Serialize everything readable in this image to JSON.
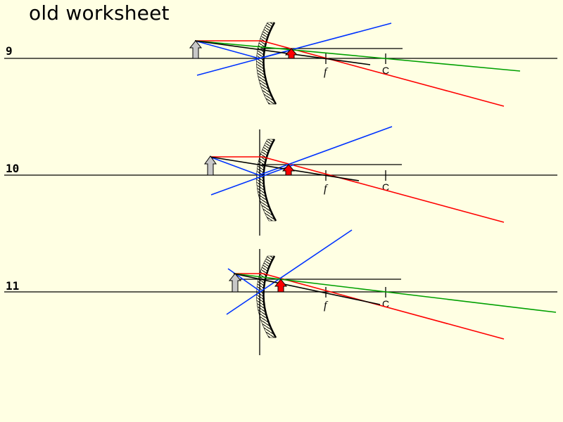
{
  "title": "old worksheet",
  "colors": {
    "background": "#ffffe3",
    "ray_red": "#ff0000",
    "ray_blue": "#0033ff",
    "ray_green": "#00a000",
    "ray_black": "#000000",
    "object_arrow": "#c8c8c8",
    "image_arrow": "#ff0000"
  },
  "diagrams": [
    {
      "number": "9",
      "focal_label": "f",
      "center_label": "C",
      "optic": "concave mirror"
    },
    {
      "number": "10",
      "focal_label": "f",
      "center_label": "C",
      "optic": "concave mirror"
    },
    {
      "number": "11",
      "focal_label": "f",
      "center_label": "C",
      "optic": "concave mirror"
    }
  ]
}
